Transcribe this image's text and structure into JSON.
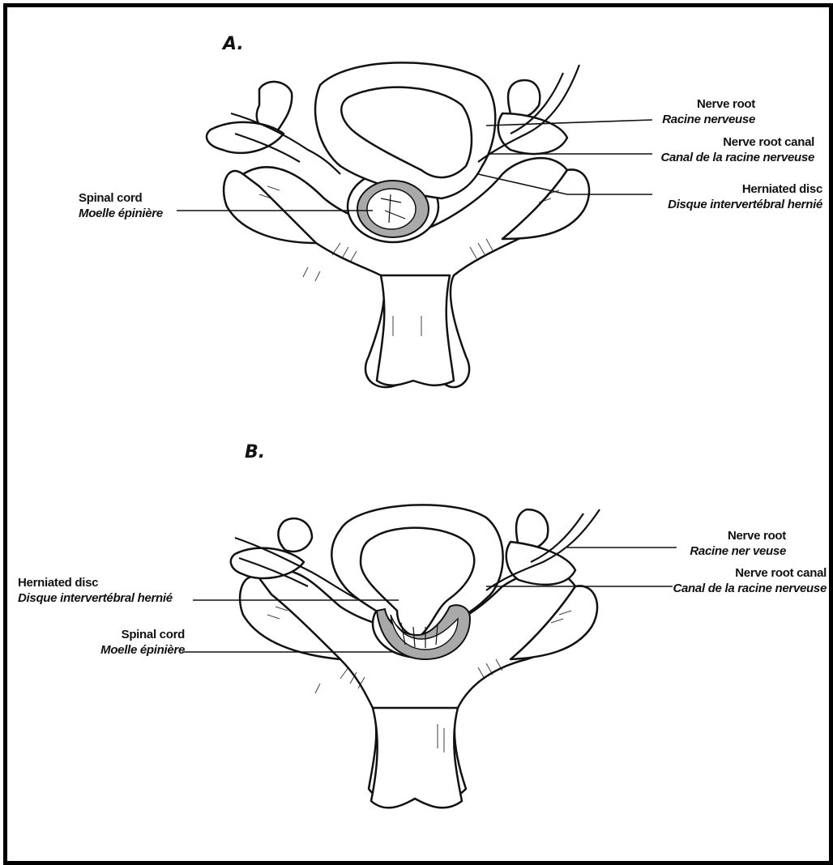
{
  "panel_a": {
    "letter": "A.",
    "labels": {
      "nerve_root": {
        "en": "Nerve root",
        "fr": "Racine nerveuse"
      },
      "nerve_root_canal": {
        "en": "Nerve root canal",
        "fr": "Canal de la racine nerveuse"
      },
      "herniated_disc": {
        "en": "Herniated disc",
        "fr": "Disque intervertébral hernié"
      },
      "spinal_cord": {
        "en": "Spinal cord",
        "fr": "Moelle épinière"
      }
    }
  },
  "panel_b": {
    "letter": "B.",
    "labels": {
      "nerve_root": {
        "en": "Nerve root",
        "fr": "Racine ner veuse"
      },
      "nerve_root_canal": {
        "en": "Nerve root canal",
        "fr": "Canal de la racine nerveuse"
      },
      "herniated_disc": {
        "en": "Herniated disc",
        "fr": "Disque intervertébral hernié"
      },
      "spinal_cord": {
        "en": "Spinal cord",
        "fr": "Moelle épinière"
      }
    }
  },
  "colors": {
    "ink": "#111111",
    "paper": "#ffffff",
    "cord_ring": "#a9a9a9"
  }
}
